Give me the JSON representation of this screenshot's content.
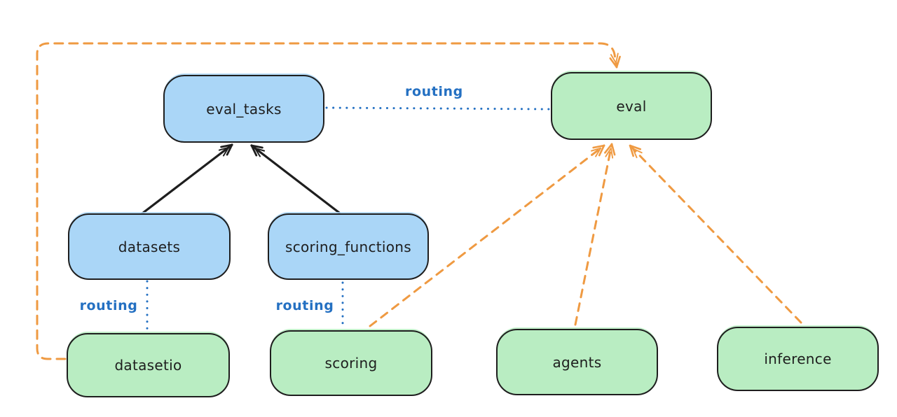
{
  "diagram": {
    "nodes": [
      {
        "id": "eval_tasks",
        "label": "eval_tasks",
        "fill": "#aad6f7",
        "group": "blue"
      },
      {
        "id": "eval",
        "label": "eval",
        "fill": "#b9edc2",
        "group": "green"
      },
      {
        "id": "datasets",
        "label": "datasets",
        "fill": "#aad6f7",
        "group": "blue"
      },
      {
        "id": "scoring_functions",
        "label": "scoring_functions",
        "fill": "#aad6f7",
        "group": "blue"
      },
      {
        "id": "datasetio",
        "label": "datasetio",
        "fill": "#b9edc2",
        "group": "green"
      },
      {
        "id": "scoring",
        "label": "scoring",
        "fill": "#b9edc2",
        "group": "green"
      },
      {
        "id": "agents",
        "label": "agents",
        "fill": "#b9edc2",
        "group": "green"
      },
      {
        "id": "inference",
        "label": "inference",
        "fill": "#b9edc2",
        "group": "green"
      }
    ],
    "edge_labels": [
      {
        "id": "routing-eval_tasks-eval",
        "label": "routing"
      },
      {
        "id": "routing-datasets-datasetio",
        "label": "routing"
      },
      {
        "id": "routing-scoring_functions-scoring",
        "label": "routing"
      }
    ],
    "edges": [
      {
        "from": "datasets",
        "to": "eval_tasks",
        "style": "solid-black-arrow"
      },
      {
        "from": "scoring_functions",
        "to": "eval_tasks",
        "style": "solid-black-arrow"
      },
      {
        "from": "eval_tasks",
        "to": "eval",
        "style": "dotted-blue",
        "label": "routing"
      },
      {
        "from": "datasets",
        "to": "datasetio",
        "style": "dotted-blue",
        "label": "routing"
      },
      {
        "from": "scoring_functions",
        "to": "scoring",
        "style": "dotted-blue",
        "label": "routing"
      },
      {
        "from": "datasetio",
        "to": "eval",
        "style": "dashed-orange-arrow"
      },
      {
        "from": "scoring",
        "to": "eval",
        "style": "dashed-orange-arrow"
      },
      {
        "from": "agents",
        "to": "eval",
        "style": "dashed-orange-arrow"
      },
      {
        "from": "inference",
        "to": "eval",
        "style": "dashed-orange-arrow"
      }
    ],
    "colors": {
      "background": "#ffffff",
      "node_stroke": "#1e1e1e",
      "blue_fill": "#aad6f7",
      "green_fill": "#b9edc2",
      "routing_blue": "#2470c2",
      "dashed_orange": "#ef9a42",
      "arrow_black": "#1e1e1e"
    }
  }
}
